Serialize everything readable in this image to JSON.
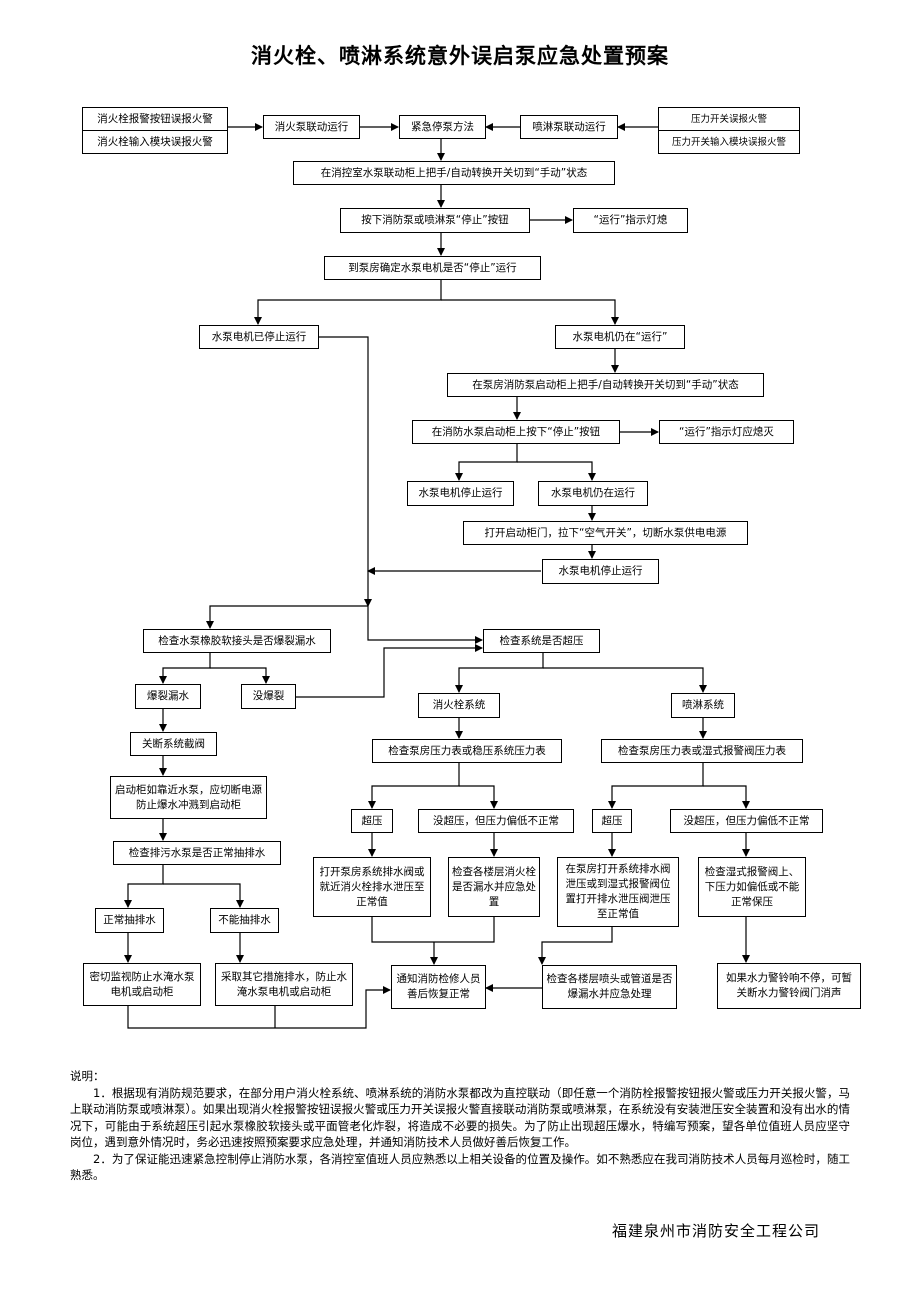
{
  "title": "消火栓、喷淋系统意外误启泵应急处置预案",
  "nodes": {
    "hydrant_btn": "消火栓报警按钮误报火警",
    "hydrant_mod": "消火栓输入模块误报火警",
    "hydrant_pump": "消火泵联动运行",
    "emergency_stop": "紧急停泵方法",
    "sprinkler_pump": "喷淋泵联动运行",
    "pressure_sw": "压力开关误报火警",
    "pressure_mod": "压力开关输入模块误报火警",
    "control_manual": "在消控室水泵联动柜上把手/自动转换开关切到“手动”状态",
    "press_stop": "按下消防泵或喷淋泵“停止”按钮",
    "run_light_off": "“运行”指示灯熄",
    "check_pump_room": "到泵房确定水泵电机是否“停止”运行",
    "pump_stopped": "水泵电机已停止运行",
    "pump_running": "水泵电机仍在“运行”",
    "room_manual": "在泵房消防泵启动柜上把手/自动转换开关切到“手动”状态",
    "room_press_stop": "在消防水泵启动柜上按下“停止”按钮",
    "run_light_should_off": "“运行”指示灯应熄灭",
    "pump_stopped2": "水泵电机停止运行",
    "pump_running2": "水泵电机仍在运行",
    "cut_power": "打开启动柜门，拉下“空气开关”，切断水泵供电电源",
    "pump_stopped3": "水泵电机停止运行",
    "check_hose": "检查水泵橡胶软接头是否爆裂漏水",
    "check_overpressure": "检查系统是否超压",
    "burst": "爆裂漏水",
    "no_burst": "没爆裂",
    "close_valve": "关断系统截阀",
    "cut_cabinet": "启动柜如靠近水泵，应切断电源防止爆水冲溅到启动柜",
    "check_sewage": "检查排污水泵是否正常抽排水",
    "normal_drain": "正常抽排水",
    "cannot_drain": "不能抽排水",
    "monitor": "密切监视防止水淹水泵电机或启动柜",
    "other_measures": "采取其它措施排水，防止水淹水泵电机或启动柜",
    "hydrant_sys": "消火栓系统",
    "sprinkler_sys": "喷淋系统",
    "check_gauge_h": "检查泵房压力表或稳压系统压力表",
    "check_gauge_s": "检查泵房压力表或湿式报警阀压力表",
    "over_h": "超压",
    "notover_h": "没超压，但压力偏低不正常",
    "over_s": "超压",
    "notover_s": "没超压，但压力偏低不正常",
    "relieve_h": "打开泵房系统排水阀或就近消火栓排水泄压至正常值",
    "inspect_h": "检查各楼层消火栓是否漏水并应急处置",
    "relieve_s": "在泵房打开系统排水阀泄压或到湿式报警阀位置打开排水泄压阀泄压至正常值",
    "inspect_valve_s": "检查湿式报警阀上、下压力如偏低或不能正常保压",
    "notify": "通知消防检修人员善后恢复正常",
    "inspect_s": "检查各楼层喷头或管道是否爆漏水并应急处理",
    "bell": "如果水力警铃响不停，可暂关断水力警铃阀门消声"
  },
  "notes": {
    "label": "说明：",
    "p1": "1．根据现有消防规范要求，在部分用户消火栓系统、喷淋系统的消防水泵都改为直控联动（即任意一个消防栓报警按钮报火警或压力开关报火警，马上联动消防泵或喷淋泵）。如果出现消火栓报警按钮误报火警或压力开关误报火警直接联动消防泵或喷淋泵，在系统没有安装泄压安全装置和没有出水的情况下，可能由于系统超压引起水泵橡胶软接头或平面管老化炸裂，将造成不必要的损失。为了防止出现超压爆水，特编写预案，望各单位值班人员应坚守岗位，遇到意外情况时，务必迅速按照预案要求应急处理，并通知消防技术人员做好善后恢复工作。",
    "p2": "2．为了保证能迅速紧急控制停止消防水泵，各消控室值班人员应熟悉以上相关设备的位置及操作。如不熟悉应在我司消防技术人员每月巡检时，随工熟悉。"
  },
  "company": "福建泉州市消防安全工程公司",
  "colors": {
    "line": "#000000"
  }
}
